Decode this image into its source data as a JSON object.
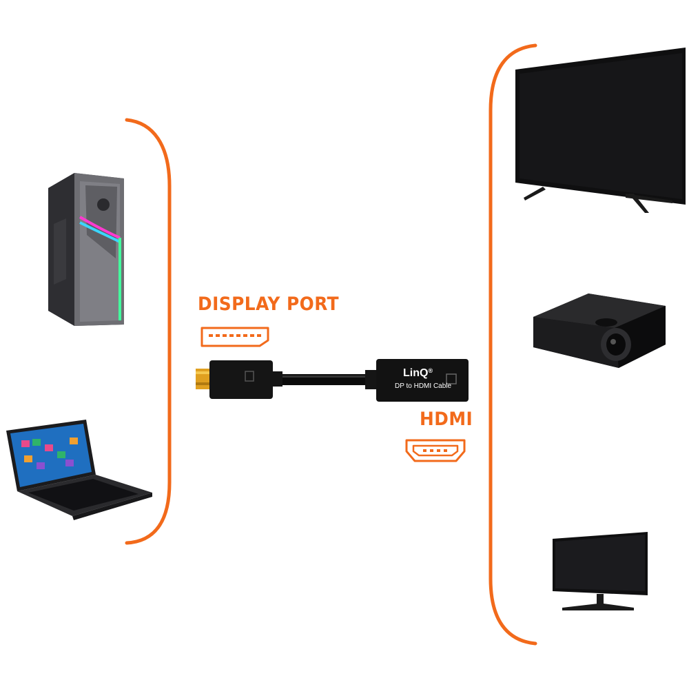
{
  "labels": {
    "display_port": "DISPLAY PORT",
    "hdmi": "HDMI"
  },
  "adapter": {
    "brand": "LinQ",
    "brand_mark": "®",
    "caption": "DP to HDMI Cable"
  },
  "colors": {
    "accent_orange": "#F26A1B",
    "device_black": "#111111"
  },
  "icons": {
    "source_devices": [
      "desktop-tower-icon",
      "laptop-icon"
    ],
    "output_devices": [
      "tv-icon",
      "projector-icon",
      "monitor-icon"
    ],
    "ports": [
      "displayport-port-icon",
      "hdmi-port-icon"
    ]
  }
}
